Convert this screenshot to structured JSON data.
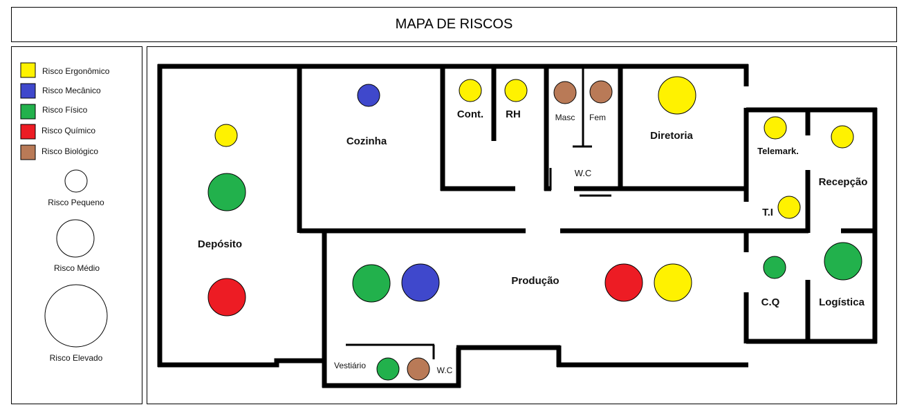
{
  "title": "MAPA DE RISCOS",
  "colors": {
    "ergonomico": "#fff200",
    "mecanico": "#3f48cc",
    "fisico": "#22b14c",
    "quimico": "#ed1c24",
    "biologico": "#b97a57"
  },
  "legend": {
    "types": [
      "Risco Ergonômico",
      "Risco Mecânico",
      "Risco Físico",
      "Risco Químico",
      "Risco Biológico"
    ],
    "sizes": [
      "Risco Pequeno",
      "Risco Médio",
      "Risco Elevado"
    ]
  },
  "rooms": {
    "deposito": "Depósito",
    "cozinha": "Cozinha",
    "cont": "Cont.",
    "rh": "RH",
    "masc": "Masc",
    "fem": "Fem",
    "wc": "W.C",
    "diretoria": "Diretoria",
    "telemark": "Telemark.",
    "recepcao": "Recepção",
    "ti": "T.I",
    "producao": "Produção",
    "cq": "C.Q",
    "logistica": "Logística",
    "vestiario": "Vestiário",
    "wc2": "W.C"
  },
  "risks": [
    {
      "room": "Depósito",
      "type": "Ergonômico",
      "size": "Pequeno"
    },
    {
      "room": "Depósito",
      "type": "Físico",
      "size": "Médio"
    },
    {
      "room": "Depósito",
      "type": "Químico",
      "size": "Médio"
    },
    {
      "room": "Cozinha",
      "type": "Mecânico",
      "size": "Pequeno"
    },
    {
      "room": "Cont.",
      "type": "Ergonômico",
      "size": "Pequeno"
    },
    {
      "room": "RH",
      "type": "Ergonômico",
      "size": "Pequeno"
    },
    {
      "room": "Masc",
      "type": "Biológico",
      "size": "Pequeno"
    },
    {
      "room": "Fem",
      "type": "Biológico",
      "size": "Pequeno"
    },
    {
      "room": "Diretoria",
      "type": "Ergonômico",
      "size": "Médio"
    },
    {
      "room": "Telemark.",
      "type": "Ergonômico",
      "size": "Pequeno"
    },
    {
      "room": "Recepção",
      "type": "Ergonômico",
      "size": "Pequeno"
    },
    {
      "room": "T.I",
      "type": "Ergonômico",
      "size": "Pequeno"
    },
    {
      "room": "Produção",
      "type": "Físico",
      "size": "Médio"
    },
    {
      "room": "Produção",
      "type": "Mecânico",
      "size": "Médio"
    },
    {
      "room": "Produção",
      "type": "Químico",
      "size": "Médio"
    },
    {
      "room": "Produção",
      "type": "Ergonômico",
      "size": "Médio"
    },
    {
      "room": "C.Q",
      "type": "Físico",
      "size": "Pequeno"
    },
    {
      "room": "Logística",
      "type": "Físico",
      "size": "Médio"
    },
    {
      "room": "Vestiário",
      "type": "Físico",
      "size": "Pequeno"
    },
    {
      "room": "Vestiário",
      "type": "Biológico",
      "size": "Pequeno"
    }
  ]
}
